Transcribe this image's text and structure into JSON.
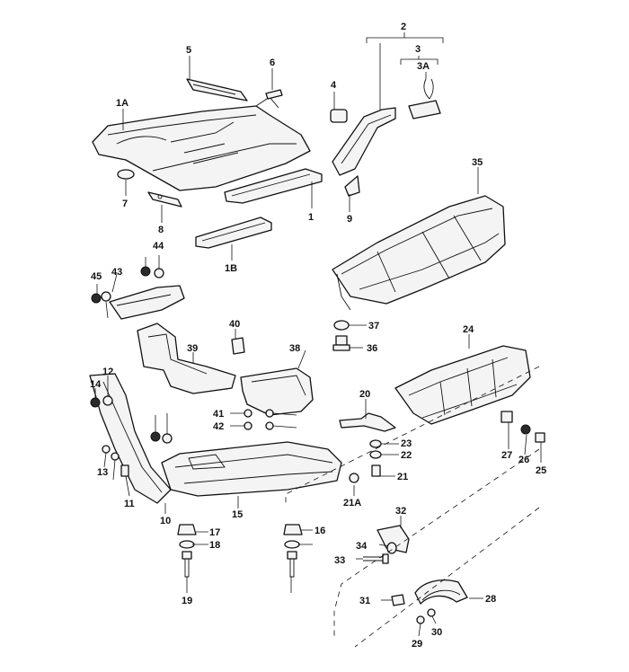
{
  "callouts": [
    "1A",
    "1",
    "1B",
    "2",
    "3",
    "3A",
    "4",
    "5",
    "6",
    "7",
    "8",
    "9",
    "35",
    "36",
    "37",
    "38",
    "39",
    "40",
    "41",
    "42",
    "43",
    "44",
    "45",
    "10",
    "11",
    "12",
    "13",
    "14",
    "15",
    "16",
    "17",
    "18",
    "19",
    "20",
    "21",
    "21A",
    "22",
    "23",
    "24",
    "25",
    "26",
    "27",
    "28",
    "29",
    "30",
    "31",
    "32",
    "33",
    "34"
  ]
}
